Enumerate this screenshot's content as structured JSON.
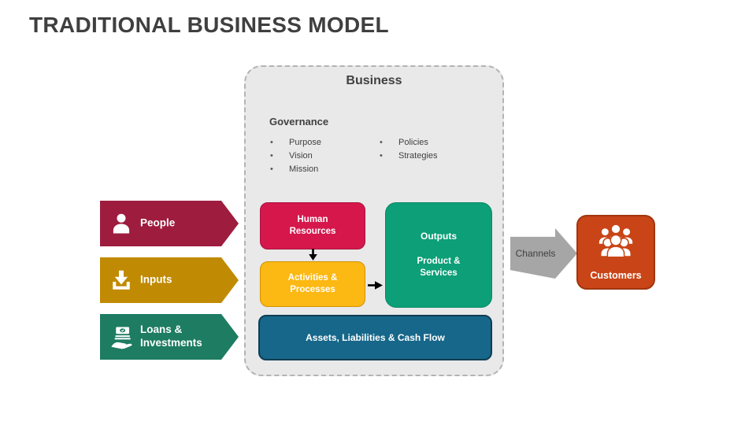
{
  "slide": {
    "title": "TRADITIONAL BUSINESS MODEL"
  },
  "colors": {
    "title_text": "#3F3F3F",
    "container_fill": "#E9E9E9",
    "container_border": "#B3B3B3",
    "people_banner": "#9E1C3D",
    "inputs_banner": "#C08A02",
    "loans_banner": "#1D7C61",
    "human_resources_fill": "#D5174C",
    "human_resources_border": "#A8133E",
    "activities_fill": "#FCB813",
    "activities_border": "#D29202",
    "outputs_fill": "#0C9F78",
    "outputs_border": "#088A66",
    "assets_fill": "#17678A",
    "assets_border": "#0E3E54",
    "channels_fill": "#A6A6A6",
    "customers_fill": "#C94517",
    "customers_border": "#A0350F"
  },
  "left_banners": [
    {
      "label": "People",
      "icon": "person-icon"
    },
    {
      "label": "Inputs",
      "icon": "download-icon"
    },
    {
      "label": "Loans & Investments",
      "icon": "hand-money-icon"
    }
  ],
  "business": {
    "label": "Business",
    "governance": {
      "title": "Governance",
      "bullet": "•",
      "col1": [
        "Purpose",
        "Vision",
        "Mission"
      ],
      "col2": [
        "Policies",
        "Strategies"
      ]
    },
    "human_resources": "Human Resources",
    "activities": "Activities & Processes",
    "outputs_title": "Outputs",
    "outputs_subtitle": "Product & Services",
    "assets": "Assets, Liabilities & Cash Flow"
  },
  "channels": {
    "label": "Channels"
  },
  "customers": {
    "label": "Customers"
  }
}
